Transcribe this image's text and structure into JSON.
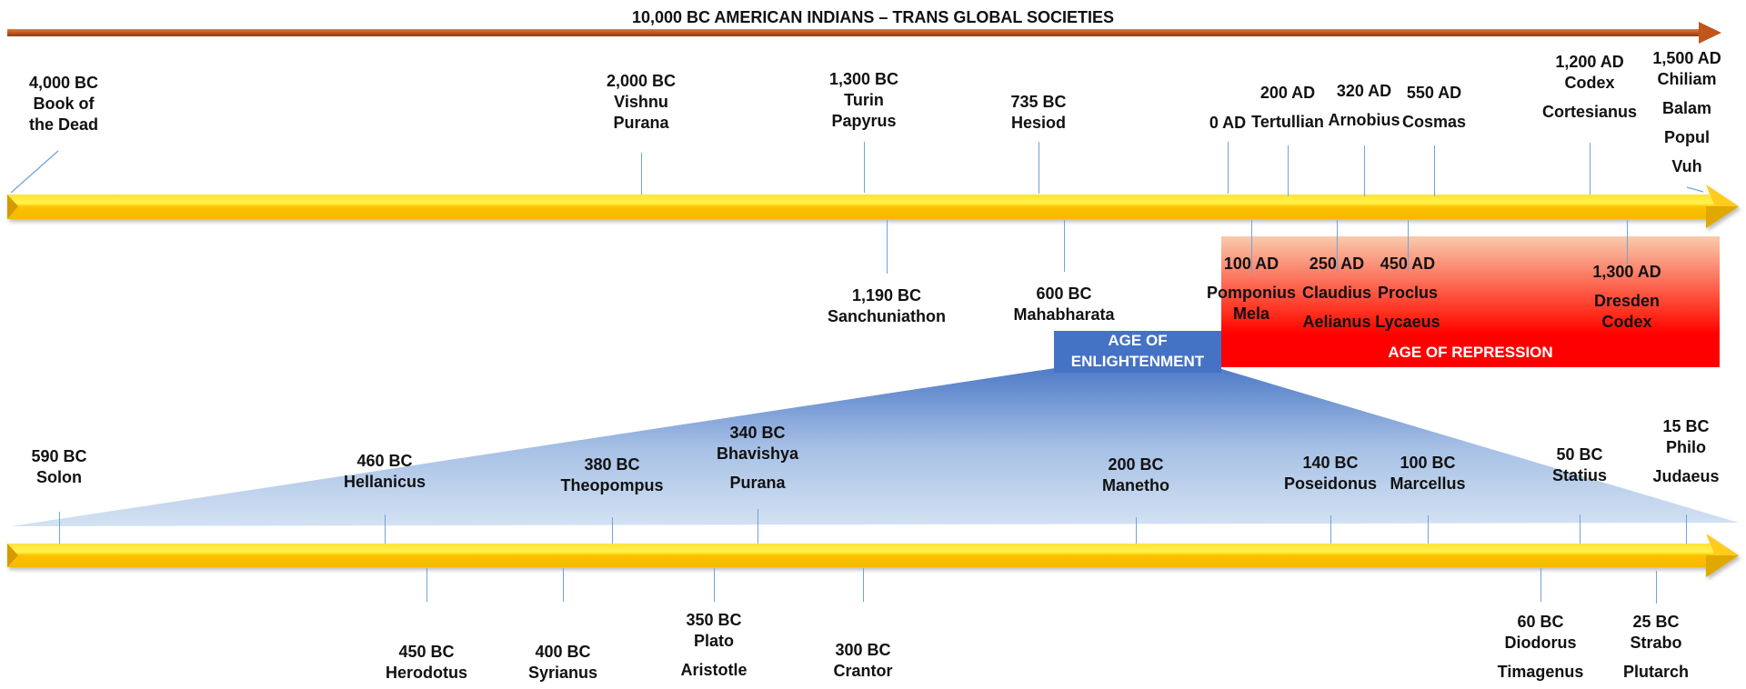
{
  "title": "10,000 BC AMERICAN INDIANS – TRANS GLOBAL SOCIETIES",
  "colors": {
    "orange_arrow": "#c0561c",
    "yellow_bar": "#ffc000",
    "yellow_highlight": "#fff44a",
    "tick_line": "#6fa3dc",
    "enlightenment_box": "#4472c4",
    "repression_top": "#f8cbad",
    "repression_bottom": "#ff0000",
    "triangle_top": "#5b86cf",
    "triangle_bottom": "#d6e4f4"
  },
  "eras": {
    "enlightenment": {
      "line1": "AGE OF",
      "line2": "ENLIGHTENMENT"
    },
    "repression": {
      "label": "AGE OF REPRESSION"
    }
  },
  "upper_timeline": {
    "above": [
      {
        "date": "4,000 BC",
        "lines": [
          "Book of",
          "the Dead"
        ]
      },
      {
        "date": "2,000 BC",
        "lines": [
          "Vishnu",
          "Purana"
        ]
      },
      {
        "date": "1,300 BC",
        "lines": [
          "Turin",
          "Papyrus"
        ]
      },
      {
        "date": "735 BC",
        "lines": [
          "Hesiod"
        ]
      },
      {
        "date": "0 AD",
        "lines": []
      },
      {
        "date": "200 AD",
        "lines": [
          "Tertullian"
        ]
      },
      {
        "date": "320 AD",
        "lines": [
          "Arnobius"
        ]
      },
      {
        "date": "550 AD",
        "lines": [
          "Cosmas"
        ]
      },
      {
        "date": "1,200 AD",
        "lines": [
          "Codex",
          "Cortesianus"
        ]
      },
      {
        "date": "1,500 AD",
        "lines": [
          "Chiliam",
          "Balam",
          "Popul",
          "Vuh"
        ]
      }
    ],
    "below": [
      {
        "date": "1,190 BC",
        "lines": [
          "Sanchuniathon"
        ]
      },
      {
        "date": "600 BC",
        "lines": [
          "Mahabharata"
        ]
      },
      {
        "date": "100 AD",
        "lines": [
          "Pomponius",
          "Mela"
        ]
      },
      {
        "date": "250 AD",
        "lines": [
          "Claudius",
          "Aelianus"
        ]
      },
      {
        "date": "450 AD",
        "lines": [
          "Proclus",
          "Lycaeus"
        ]
      },
      {
        "date": "1,300 AD",
        "lines": [
          "Dresden",
          "Codex"
        ]
      }
    ]
  },
  "lower_timeline": {
    "above": [
      {
        "date": "590 BC",
        "lines": [
          "Solon"
        ]
      },
      {
        "date": "460 BC",
        "lines": [
          "Hellanicus"
        ]
      },
      {
        "date": "380 BC",
        "lines": [
          "Theopompus"
        ]
      },
      {
        "date": "340 BC",
        "lines": [
          "Bhavishya",
          "Purana"
        ]
      },
      {
        "date": "200 BC",
        "lines": [
          "Manetho"
        ]
      },
      {
        "date": "140 BC",
        "lines": [
          "Poseidonus"
        ]
      },
      {
        "date": "100 BC",
        "lines": [
          "Marcellus"
        ]
      },
      {
        "date": "50 BC",
        "lines": [
          "Statius"
        ]
      },
      {
        "date": "15 BC",
        "lines": [
          "Philo",
          "Judaeus"
        ]
      }
    ],
    "below": [
      {
        "date": "450 BC",
        "lines": [
          "Herodotus"
        ]
      },
      {
        "date": "400 BC",
        "lines": [
          "Syrianus"
        ]
      },
      {
        "date": "350 BC",
        "lines": [
          "Plato",
          "Aristotle"
        ]
      },
      {
        "date": "300 BC",
        "lines": [
          "Crantor"
        ]
      },
      {
        "date": "60 BC",
        "lines": [
          "Diodorus",
          "Timagenus"
        ]
      },
      {
        "date": "25 BC",
        "lines": [
          "Strabo",
          "Plutarch"
        ]
      }
    ]
  }
}
